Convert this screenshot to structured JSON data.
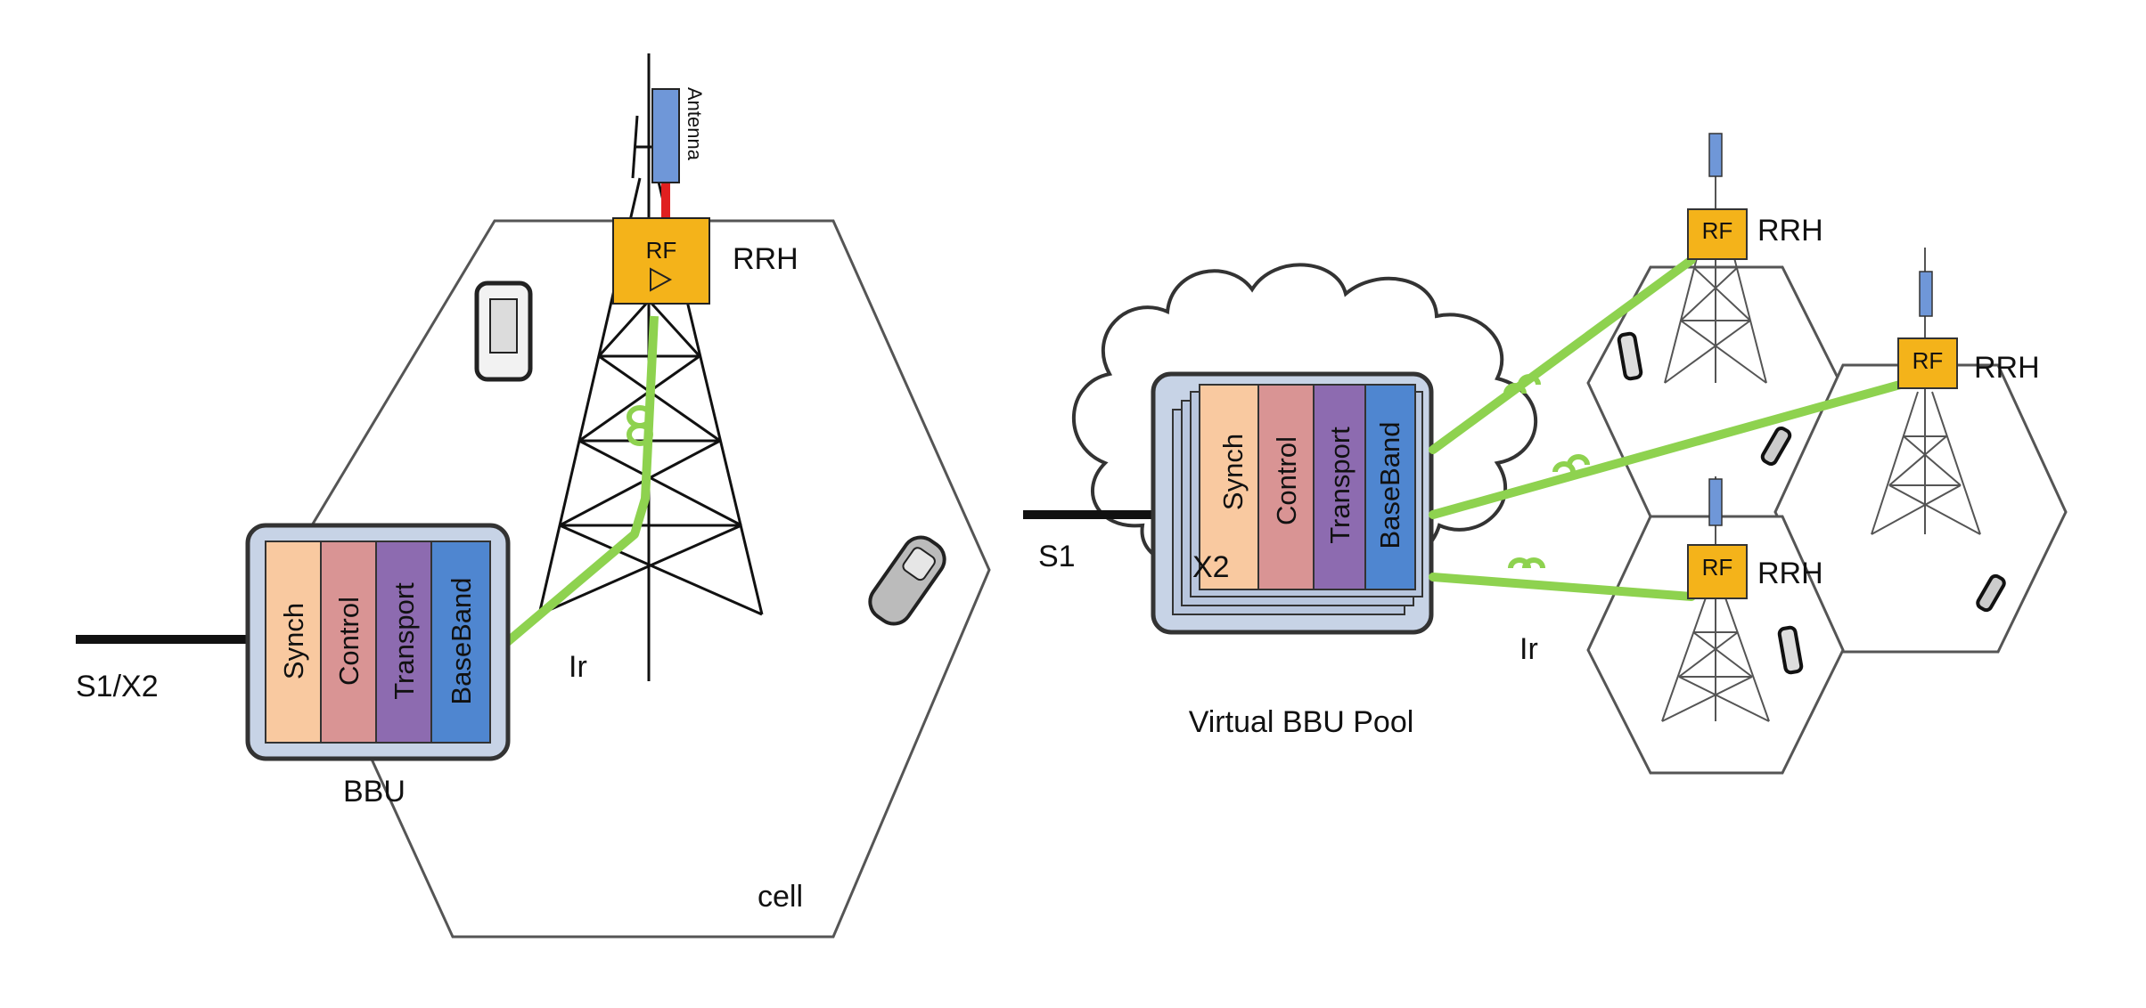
{
  "left_system": {
    "bbu_label": "BBU",
    "modules": [
      "Synch",
      "Control",
      "Transport",
      "BaseBand"
    ],
    "rf_label": "RF",
    "rrh_label": "RRH",
    "antenna_label": "Antenna",
    "interface_label": "Ir",
    "backhaul_label": "S1/X2",
    "cell_label": "cell"
  },
  "right_system": {
    "pool_label": "Virtual BBU Pool",
    "modules": [
      "Synch",
      "Control",
      "Transport",
      "BaseBand"
    ],
    "x2_label": "X2",
    "backhaul_label": "S1",
    "interface_label": "Ir",
    "rrh_label": "RRH",
    "rf_label": "RF"
  },
  "colors": {
    "synch": "#f9c9a0",
    "control": "#d99494",
    "transport": "#8d6bb0",
    "baseband": "#4f86d0",
    "rf_box": "#f4b31a",
    "fiber": "#8ed24f",
    "bbu_frame": "#c7d3e6",
    "antenna": "#6f97d8",
    "antenna_feed": "#e02020"
  }
}
